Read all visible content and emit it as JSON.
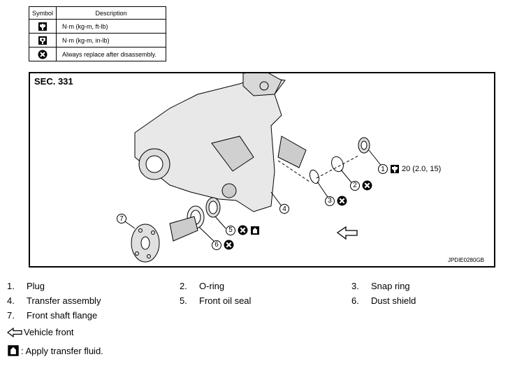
{
  "symbol_table": {
    "header_symbol": "Symbol",
    "header_description": "Description",
    "rows": [
      {
        "icon": "torque-wrench-icon",
        "description": "N·m (kg-m, ft-lb)"
      },
      {
        "icon": "torque-wrench-small-icon",
        "description": "N·m (kg-m, in-lb)"
      },
      {
        "icon": "replace-x-icon",
        "description": "Always replace after disassembly."
      }
    ]
  },
  "figure": {
    "section": "SEC. 331",
    "code": "JPDIE0280GB",
    "callouts": [
      {
        "number": "1",
        "torque": "20 (2.0, 15)"
      },
      {
        "number": "2"
      },
      {
        "number": "3"
      },
      {
        "number": "4"
      },
      {
        "number": "5"
      },
      {
        "number": "6"
      },
      {
        "number": "7"
      }
    ]
  },
  "legend": [
    {
      "number": "1.",
      "label": "Plug"
    },
    {
      "number": "2.",
      "label": "O-ring"
    },
    {
      "number": "3.",
      "label": "Snap ring"
    },
    {
      "number": "4.",
      "label": "Transfer assembly"
    },
    {
      "number": "5.",
      "label": "Front oil seal"
    },
    {
      "number": "6.",
      "label": "Dust shield"
    },
    {
      "number": "7.",
      "label": "Front shaft flange"
    }
  ],
  "notes": {
    "vehicle_front": "Vehicle front",
    "apply_fluid": ": Apply transfer fluid."
  }
}
